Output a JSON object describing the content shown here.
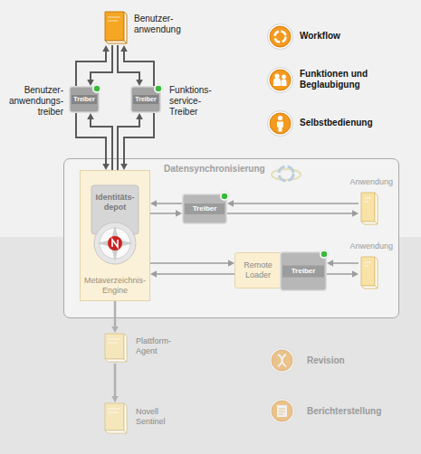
{
  "diagram": {
    "nodes": [
      {
        "text": [
          "Benutzer- anwendung"
        ]
      },
      {
        "text": [
          "Treiber",
          "Benutzer- anwendungs- treiber"
        ]
      },
      {
        "text": [
          "Treiber",
          "Funktions- service- Treiber"
        ]
      },
      {
        "text": [
          "Workflow"
        ]
      },
      {
        "text": [
          "Funktionen und Beglaubigung"
        ]
      },
      {
        "text": [
          "Selbstbedienung"
        ]
      },
      {
        "text": [
          "Datensynchronisierung"
        ]
      },
      {
        "text": [
          "Identitäts- depot",
          "Metaverzeichnis- Engine"
        ],
        "in": 6
      },
      {
        "text": [
          "Treiber"
        ],
        "in": 6
      },
      {
        "text": [
          "Anwendung"
        ],
        "in": 6
      },
      {
        "text": [
          "Remote Loader"
        ],
        "in": 6
      },
      {
        "text": [
          "Treiber"
        ],
        "in": 10
      },
      {
        "text": [
          "Anwendung"
        ],
        "in": 6
      },
      {
        "text": [
          "Plattform- Agent"
        ]
      },
      {
        "text": [
          "Novell Sentinel"
        ]
      },
      {
        "text": [
          "Revision"
        ]
      },
      {
        "text": [
          "Berichterstellung"
        ]
      }
    ],
    "edges": [
      {
        "from": 1,
        "to": 0,
        "arrow": "to"
      },
      {
        "from": 0,
        "to": 1,
        "arrow": "to"
      },
      {
        "from": 2,
        "to": 0,
        "arrow": "to"
      },
      {
        "from": 0,
        "to": 2,
        "arrow": "to"
      },
      {
        "from": 1,
        "to": 7,
        "arrow": "to"
      },
      {
        "from": 7,
        "to": 1,
        "arrow": "to"
      },
      {
        "from": 2,
        "to": 7,
        "arrow": "to"
      },
      {
        "from": 7,
        "to": 2,
        "arrow": "to"
      },
      {
        "from": 8,
        "to": 7,
        "arrow": "to"
      },
      {
        "from": 7,
        "to": 8,
        "arrow": "to"
      },
      {
        "from": 9,
        "to": 8,
        "arrow": "to"
      },
      {
        "from": 8,
        "to": 9,
        "arrow": "to"
      },
      {
        "from": 7,
        "to": 10,
        "arrow": "to"
      },
      {
        "from": 10,
        "to": 7,
        "arrow": "to"
      },
      {
        "from": 12,
        "to": 11,
        "arrow": "to"
      },
      {
        "from": 11,
        "to": 12,
        "arrow": "to"
      },
      {
        "from": 7,
        "to": 13,
        "arrow": "to"
      },
      {
        "from": 13,
        "to": 14,
        "arrow": "to"
      }
    ]
  }
}
